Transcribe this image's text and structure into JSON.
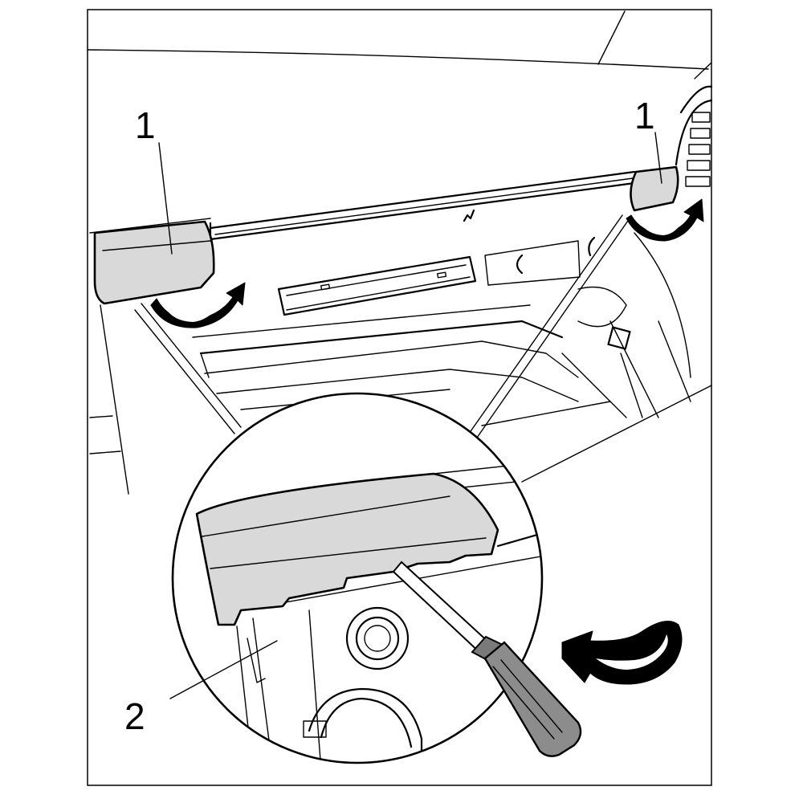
{
  "callouts": {
    "left_trim_cover": "1",
    "right_trim_cover": "1",
    "detail_clip": "2"
  },
  "icons": {
    "rotation_arrow": "curved-arrow-icon",
    "screwdriver": "screwdriver-icon",
    "magnifier": "detail-circle"
  },
  "colors": {
    "cover_fill": "#d9d9d9",
    "line": "#000000",
    "background": "#ffffff"
  }
}
